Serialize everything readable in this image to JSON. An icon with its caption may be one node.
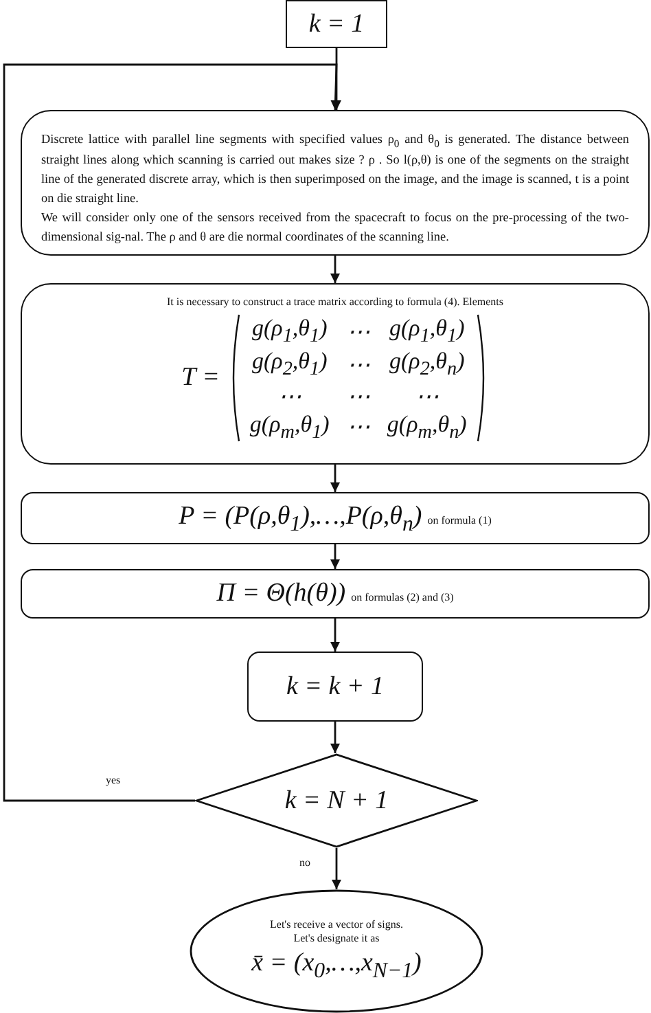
{
  "diagram": {
    "nodes": [
      {
        "text": [
          "k = 1"
        ]
      },
      {
        "text": [
          "Discrete lattice with parallel line segments with specified values ρ$_{0}$ and θ$_{0}$ is generated. The distance between straight lines along which scanning is carried out makes size ? ρ . So l(ρ,θ) is one of the segments on the straight line of the generated discrete array, which is then superimposed on the image, and the image is scanned, t is a point on die straight line.",
          "We will consider only one of the sensors received from the spacecraft to focus on the pre-processing of the two-dimensional sig-nal. The ρ and θ are die normal coordinates of the scanning line."
        ]
      },
      {
        "text": [
          "It is necessary to construct a trace matrix according to formula (4). Elements",
          "T ="
        ]
      },
      {
        "text": [
          "P = (P(ρ,θ$_{1}$),…,P(ρ,θ$_{n}$)",
          "on formula (1)"
        ]
      },
      {
        "text": [
          "Π = Θ(h(θ))",
          "on formulas (2) and (3)"
        ]
      },
      {
        "text": [
          "k = k + 1"
        ]
      },
      {
        "text": [
          "k = N + 1"
        ]
      },
      {
        "text": [
          "Let's receive a vector of signs. Let's designate it as",
          "x̄ = (x$_{0}$,…,x$_{N−1}$)"
        ]
      }
    ],
    "edges": [
      {
        "from": 0,
        "to": 1,
        "arrow": "to"
      },
      {
        "from": 1,
        "to": 2,
        "arrow": "to"
      },
      {
        "from": 2,
        "to": 3,
        "arrow": "to"
      },
      {
        "from": 3,
        "to": 4,
        "arrow": "to"
      },
      {
        "from": 4,
        "to": 5,
        "arrow": "to"
      },
      {
        "from": 5,
        "to": 6,
        "arrow": "to"
      },
      {
        "from": 6,
        "to": 1,
        "arrow": "to",
        "label": "yes"
      },
      {
        "from": 6,
        "to": 7,
        "arrow": "to",
        "label": "no"
      }
    ],
    "labels": [
      "g(ρ$_{1}$,θ$_{1}$)",
      "⋯",
      "g(ρ$_{1}$,θ$_{1}$)",
      "g(ρ$_{2}$,θ$_{1}$)",
      "⋯",
      "g(ρ$_{2}$,θ$_{n}$)",
      "⋯",
      "⋯",
      "⋯",
      "g(ρ$_{m}$,θ$_{1}$)",
      "⋯",
      "g(ρ$_{m}$,θ$_{n}$)"
    ]
  }
}
